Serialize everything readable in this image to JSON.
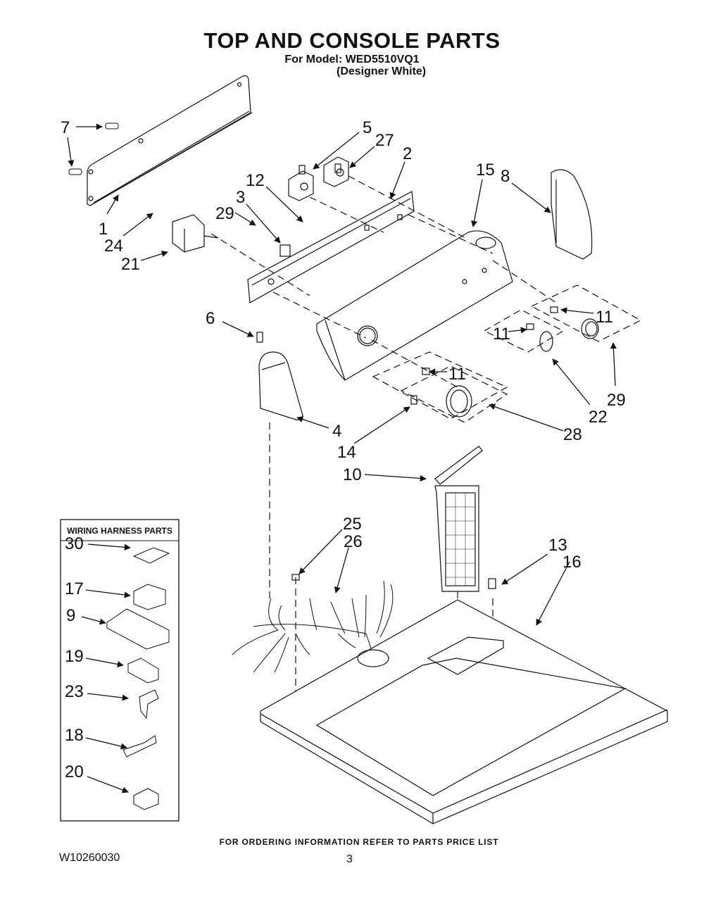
{
  "header": {
    "title": "TOP AND CONSOLE PARTS",
    "model_line": "For Model: WED5510VQ1",
    "color_line": "(Designer White)"
  },
  "wiring_harness_box": {
    "title": "WIRING HARNESS PARTS",
    "items": [
      "30",
      "17",
      "9",
      "19",
      "23",
      "18",
      "20"
    ]
  },
  "callouts": {
    "c7a": "7",
    "c1": "1",
    "c24": "24",
    "c21": "21",
    "c29a": "29",
    "c3": "3",
    "c12": "12",
    "c5": "5",
    "c27": "27",
    "c2": "2",
    "c15": "15",
    "c8": "8",
    "c6": "6",
    "c11a": "11",
    "c11b": "11",
    "c11c": "11",
    "c29b": "29",
    "c22": "22",
    "c28": "28",
    "c4": "4",
    "c14": "14",
    "c10": "10",
    "c25": "25",
    "c26": "26",
    "c13": "13",
    "c16": "16"
  },
  "footer": {
    "ordering_note": "FOR ORDERING INFORMATION REFER TO PARTS PRICE LIST",
    "document_number": "W10260030",
    "page_number": "3"
  }
}
